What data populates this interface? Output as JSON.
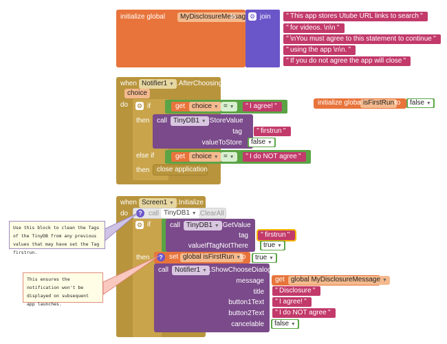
{
  "init_message": {
    "keyword": "initialize global",
    "var_name": "MyDisclosureMessage",
    "to": "to",
    "join": "join",
    "strings": [
      "This app stores Utube URL links to search",
      "for videos. \\n\\n",
      "\\nYou must agree to this statement to continue",
      "using the app \\n\\n.",
      "If you do not agree the app will close"
    ]
  },
  "after_choosing": {
    "when": "when",
    "component": "Notifier1",
    "event": ".AfterChoosing",
    "param": "choice",
    "do": "do",
    "if": "if",
    "get": "get",
    "get_var": "choice",
    "eq": "=",
    "agree_str": "I agree!",
    "then": "then",
    "call": "call",
    "tinydb": "TinyDB1",
    "store_method": ".StoreValue",
    "tag_label": "tag",
    "tag_value": "firstrun",
    "value_label": "valueToStore",
    "value_value": "false",
    "else_if": "else if",
    "not_agree_str": "I do NOT agree",
    "close_app": "close application"
  },
  "init_first_run": {
    "keyword": "initialize global",
    "var_name": "isFirstRun",
    "to": "to",
    "value": "false"
  },
  "screen_init": {
    "when": "when",
    "component": "Screen1",
    "event": ".Initialize",
    "do": "do",
    "call": "call",
    "tinydb": "TinyDB1",
    "clear_method": ".ClearAll",
    "if": "if",
    "get_method": ".GetValue",
    "tag_label": "tag",
    "tag_value": "firstrun",
    "not_there_label": "valueIfTagNotThere",
    "not_there_value": "true",
    "then": "then",
    "set": "set",
    "set_var": "global isFirstRun",
    "to": "to",
    "set_value": "true",
    "notifier": "Notifier1",
    "dialog_method": ".ShowChooseDialog",
    "message_label": "message",
    "message_get": "get",
    "message_var": "global MyDisclosureMessage",
    "title_label": "title",
    "title_value": "Disclosure",
    "b1_label": "button1Text",
    "b1_value": "I agree!",
    "b2_label": "button2Text",
    "b2_value": "I do NOT agree",
    "cancel_label": "cancelable",
    "cancel_value": "false"
  },
  "comments": {
    "clear_note": "Use this block to clean the Tags of the TinyDB from any previous values that may have set the Tag firstrun.",
    "notify_note": "This ensures the notification won't be displayed on subsequent app launches."
  },
  "colors": {
    "variables": "#e8743b",
    "events": "#b8943c",
    "components": "#7a4a8a",
    "text": "#c23a6a",
    "logic": "#5ba446",
    "control": "#6a56c8"
  },
  "icons": {
    "gear": "gear-icon",
    "question": "question-icon",
    "dropdown": "chevron-down-icon"
  }
}
